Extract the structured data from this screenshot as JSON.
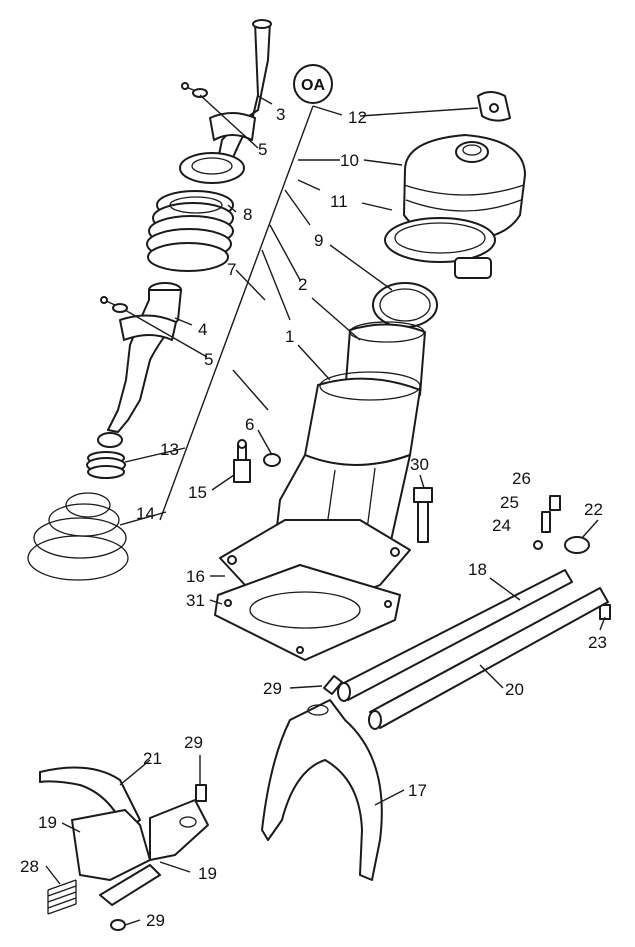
{
  "badge": {
    "label": "OA"
  },
  "callouts": {
    "c1": "1",
    "c2": "2",
    "c3": "3",
    "c4": "4",
    "c5a": "5",
    "c5b": "5",
    "c6": "6",
    "c7": "7",
    "c8": "8",
    "c9": "9",
    "c10": "10",
    "c11": "11",
    "c12": "12",
    "c13": "13",
    "c14": "14",
    "c15": "15",
    "c16": "16",
    "c17": "17",
    "c18": "18",
    "c19a": "19",
    "c19b": "19",
    "c20": "20",
    "c21": "21",
    "c22": "22",
    "c23": "23",
    "c24": "24",
    "c25": "25",
    "c26": "26",
    "c28": "28",
    "c29a": "29",
    "c29b": "29",
    "c29c": "29",
    "c30": "30",
    "c31": "31"
  }
}
